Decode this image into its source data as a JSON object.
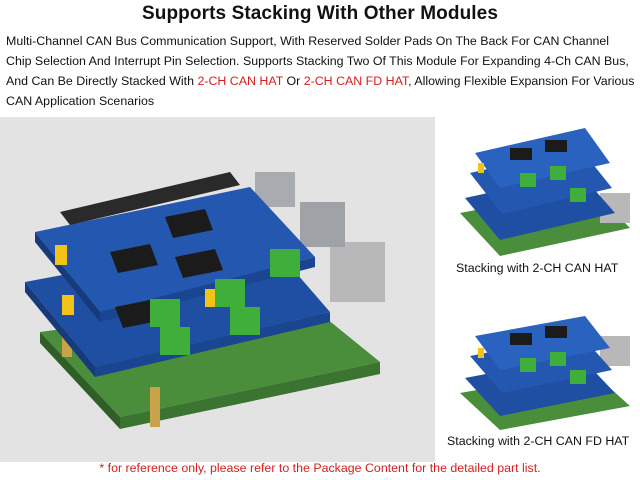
{
  "title": "Supports Stacking With Other Modules",
  "description": {
    "part1": "Multi-Channel CAN Bus Communication Support, With Reserved Solder Pads On The Back For CAN Channel Chip Selection And Interrupt Pin Selection. Supports Stacking Two Of This Module For Expanding 4-Ch CAN Bus, And Can Be Directly Stacked With ",
    "link1": "2-CH CAN HAT",
    "part2": " Or ",
    "link2": "2-CH CAN FD HAT",
    "part3": ", Allowing Flexible Expansion For Various CAN Application Scenarios"
  },
  "captions": {
    "stack_can": "Stacking with 2-CH CAN HAT",
    "stack_can_fd": "Stacking with 2-CH CAN FD HAT"
  },
  "footnote": "* for reference only, please refer to the Package Content for the detailed part list.",
  "colors": {
    "accent_red": "#d21f1f",
    "board_blue": "#1f4fa3",
    "terminal_green": "#3fae3a",
    "pi_green": "#4a8d3a"
  }
}
